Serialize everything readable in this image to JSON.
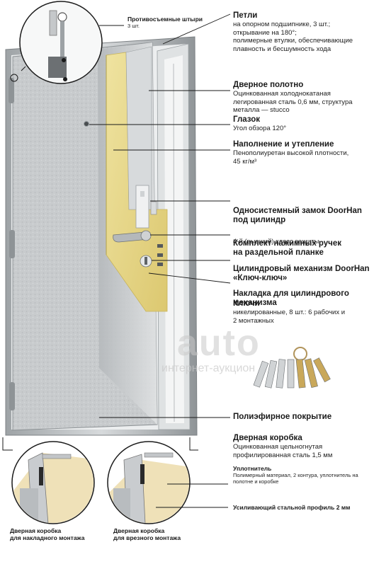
{
  "top_callout": {
    "title": "Противосъемные штыри",
    "subtitle": "3 шт."
  },
  "labels": [
    {
      "title": "Петли",
      "text": [
        "на опорном подшипнике, 3 шт.;",
        "открывание на 180°;",
        "полимерные втулки, обеспечивающие",
        "плавность и бесшумность хода"
      ]
    },
    {
      "title": "Дверное полотно",
      "text": [
        "Оцинкованная холоднокатаная",
        "легированная сталь 0,6 мм, структура",
        "металла — stucco"
      ]
    },
    {
      "title": "Глазок",
      "text": [
        "Угол обзора 120°"
      ]
    },
    {
      "title": "Наполнение и утепление",
      "text": [
        "Пенополиуретан высокой плотности,",
        "45 кг/м³"
      ]
    },
    {
      "title": "Односистемный замок DoorHan\nпод цилиндр",
      "text": [
        "4-й (высший) класс защиты"
      ]
    },
    {
      "title": "Комплект нажимных ручек\nна раздельной планке",
      "text": []
    },
    {
      "title": "Цилиндровый механизм DoorHan\n«Ключ-ключ»",
      "text": []
    },
    {
      "title": "Накладка для цилиндрового\nмеханизма",
      "text": []
    },
    {
      "title": "Ключи",
      "text": [
        "никелированные, 8 шт.: 6 рабочих и",
        "2 монтажных"
      ]
    },
    {
      "title": "Полиэфирное покрытие",
      "text": []
    },
    {
      "title": "Дверная коробка",
      "text": [
        "Оцинкованная цельногнутая",
        "профилированная сталь 1,5 мм"
      ]
    }
  ],
  "seal": {
    "title": "Уплотнитель",
    "text": "Полимерный материал, 2 контура, уплотнитель на полотне и коробке"
  },
  "profile": {
    "title": "Усиливающий стальной профиль 2 мм"
  },
  "captions": {
    "left": [
      "Дверная коробка",
      "для накладного монтажа"
    ],
    "right": [
      "Дверная коробка",
      "для врезного монтажа"
    ]
  },
  "watermark": {
    "main": "auto",
    "sub": "интернет-аукцион"
  },
  "colors": {
    "door_steel": "#c9ccce",
    "frame_steel": "#b7bbbe",
    "insulation": "#e8d98a",
    "leader": "#1a1a1a"
  }
}
